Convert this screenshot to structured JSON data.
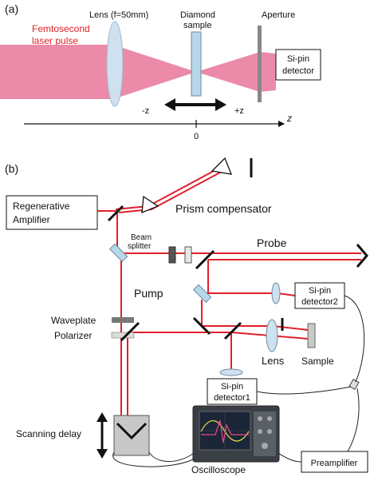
{
  "colors": {
    "beam": "#e0202a",
    "pulse": "#ea7ea0",
    "pulse_text": "#e0202a",
    "lens": "#cfe0ee",
    "optic": "#b8d8ea",
    "mirror": "#111111",
    "aperture": "#888888",
    "delay_box": "#c8c8c8",
    "waveplate": "#777777",
    "polarizer": "#dcdcdc",
    "cable": "#222222"
  },
  "panel_a": {
    "label": "(a)",
    "pulse_label_1": "Femtosecond",
    "pulse_label_2": "laser pulse",
    "lens_label": "Lens (f=50mm)",
    "sample_label_1": "Diamond",
    "sample_label_2": "sample",
    "aperture_label": "Aperture",
    "detector_label_1": "Si-pin",
    "detector_label_2": "detector",
    "minus_z": "-z",
    "plus_z": "+z",
    "axis_zero": "0",
    "axis_label": "z"
  },
  "panel_b": {
    "label": "(b)",
    "amplifier_1": "Regenerative",
    "amplifier_2": "Amplifier",
    "prism_compensator": "Prism compensator",
    "beam_splitter_1": "Beam",
    "beam_splitter_2": "splitter",
    "probe": "Probe",
    "pump": "Pump",
    "detector2_1": "Si-pin",
    "detector2_2": "detector2",
    "waveplate": "Waveplate",
    "polarizer": "Polarizer",
    "lens": "Lens",
    "sample": "Sample",
    "detector1_1": "Si-pin",
    "detector1_2": "detector1",
    "scanning_delay": "Scanning delay",
    "preamplifier": "Preamplifier",
    "oscilloscope": "Oscilloscope"
  }
}
